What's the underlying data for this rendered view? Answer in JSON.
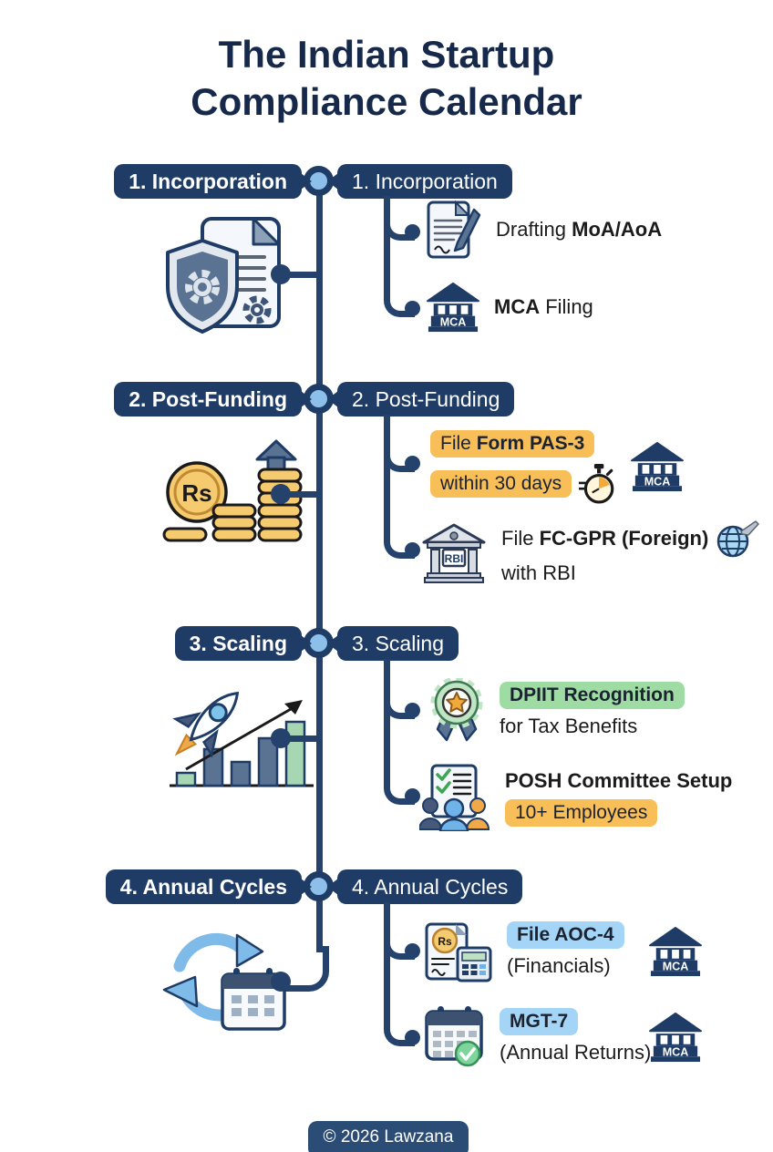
{
  "title": {
    "line1": "The Indian Startup",
    "line2": "Compliance Calendar"
  },
  "colors": {
    "navy_label": "#1F3C66",
    "timeline_line": "#24426B",
    "node_fill": "#8CC0EA",
    "title_text": "#16294A",
    "highlight_orange": "#F8BE58",
    "highlight_green": "#9FDCA4",
    "highlight_blue": "#A5D5F6",
    "background": "#FFFFFF"
  },
  "sections": [
    {
      "label_left": "1. Incorporation",
      "label_right": "1. Incorporation",
      "left_icon": "shield-document-gears-icon",
      "items": [
        {
          "icon": "document-pen-icon",
          "line1_normal": "Drafting ",
          "line1_bold": "MoA/AoA"
        },
        {
          "icon": "mca-building-icon",
          "mca_text": "MCA",
          "line1_bold": "MCA",
          "line1_normal": " Filing"
        }
      ]
    },
    {
      "label_left": "2. Post-Funding",
      "label_right": "2. Post-Funding",
      "left_icon": "rupee-coins-growth-icon",
      "rs_text": "Rs",
      "items": [
        {
          "icons": [
            "stopwatch-icon",
            "mca-building-icon"
          ],
          "mca_text": "MCA",
          "line1_normal": "File ",
          "line1_bold": "Form PAS-3",
          "line2": "within 30 days"
        },
        {
          "icon": "rbi-building-icon",
          "rbi_text": "RBI",
          "trailing_icon": "globe-airplane-icon",
          "line1_normal": "File ",
          "line1_bold": "FC-GPR (Foreign)",
          "line2": "with RBI"
        }
      ]
    },
    {
      "label_left": "3. Scaling",
      "label_right": "3. Scaling",
      "left_icon": "rocket-growth-chart-icon",
      "items": [
        {
          "icon": "medal-badge-icon",
          "line1_bold": "DPIIT Recognition",
          "line2": "for Tax Benefits"
        },
        {
          "icon": "posh-committee-icon",
          "line1_bold": "POSH Committee Setup",
          "line2": "10+ Employees"
        }
      ]
    },
    {
      "label_left": "4. Annual Cycles",
      "label_right": "4. Annual Cycles",
      "left_icon": "cycle-calendar-icon",
      "items": [
        {
          "icon": "rupee-document-calculator-icon",
          "rs_text": "Rs",
          "badge_icon": "mca-building-icon",
          "mca_text": "MCA",
          "line1_bold": "File AOC-4",
          "line2": "(Financials)"
        },
        {
          "icon": "calendar-check-icon",
          "badge_icon": "mca-building-icon",
          "mca_text": "MCA",
          "line1_bold": "MGT-7",
          "line2": "(Annual Returns)"
        }
      ]
    }
  ],
  "footer": {
    "text": "© 2026 Lawzana"
  }
}
